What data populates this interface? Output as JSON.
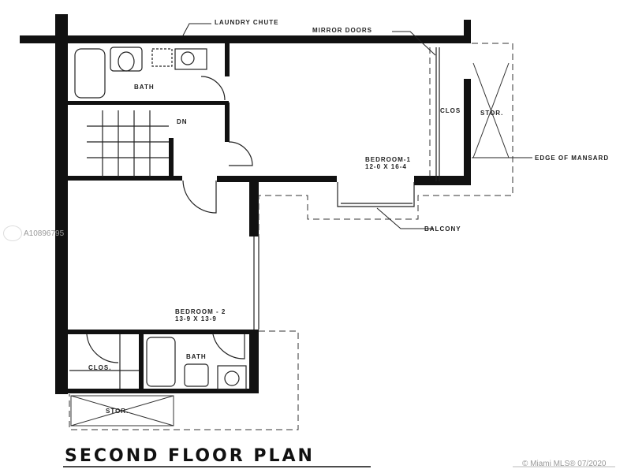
{
  "title": "SECOND FLOOR PLAN",
  "labels": {
    "laundry_chute": "LAUNDRY CHUTE",
    "mirror_doors": "MIRROR DOORS",
    "bath_top": "BATH",
    "dn": "DN",
    "clos_right": "CLOS",
    "stor_right": "STOR.",
    "bedroom1_name": "BEDROOM-1",
    "bedroom1_size": "12-0 X 16-4",
    "edge_of_mansard": "EDGE OF MANSARD",
    "balcony": "BALCONY",
    "bedroom2_name": "BEDROOM - 2",
    "bedroom2_size": "13-9 X 13-9",
    "clos_bottom": "CLOS.",
    "bath_bottom": "BATH",
    "stor_bottom": "STOR."
  },
  "watermark": {
    "listing_id": "A10896795",
    "copyright": "© Miami MLS® 07/2020"
  }
}
